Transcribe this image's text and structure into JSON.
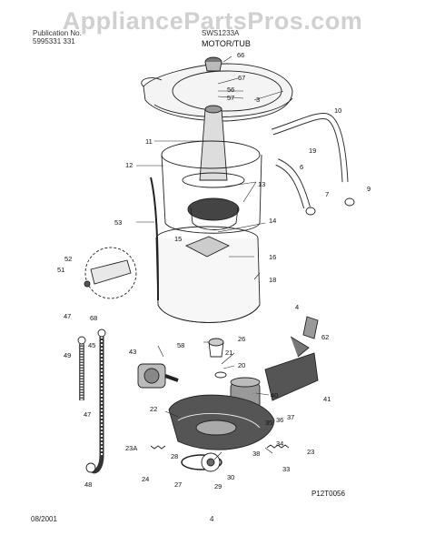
{
  "header": {
    "publication_label": "Publication No.",
    "publication_no": "5995331 331",
    "model": "SWS1233A",
    "section_title": "MOTOR/TUB"
  },
  "watermark": "AppliancePartsPros.com",
  "figure_id": "P12T0056",
  "footer": {
    "date": "08/2001",
    "page": "4"
  },
  "callouts": [
    "66",
    "67",
    "56",
    "57",
    "3",
    "10",
    "11",
    "19",
    "6",
    "12",
    "13",
    "7",
    "9",
    "53",
    "14",
    "15",
    "16",
    "52",
    "51",
    "18",
    "4",
    "47",
    "68",
    "45",
    "62",
    "58",
    "26",
    "49",
    "43",
    "21",
    "20",
    "40",
    "41",
    "22",
    "47",
    "35",
    "36",
    "37",
    "23A",
    "38",
    "34",
    "23",
    "28",
    "24",
    "30",
    "33",
    "27",
    "29",
    "48"
  ]
}
